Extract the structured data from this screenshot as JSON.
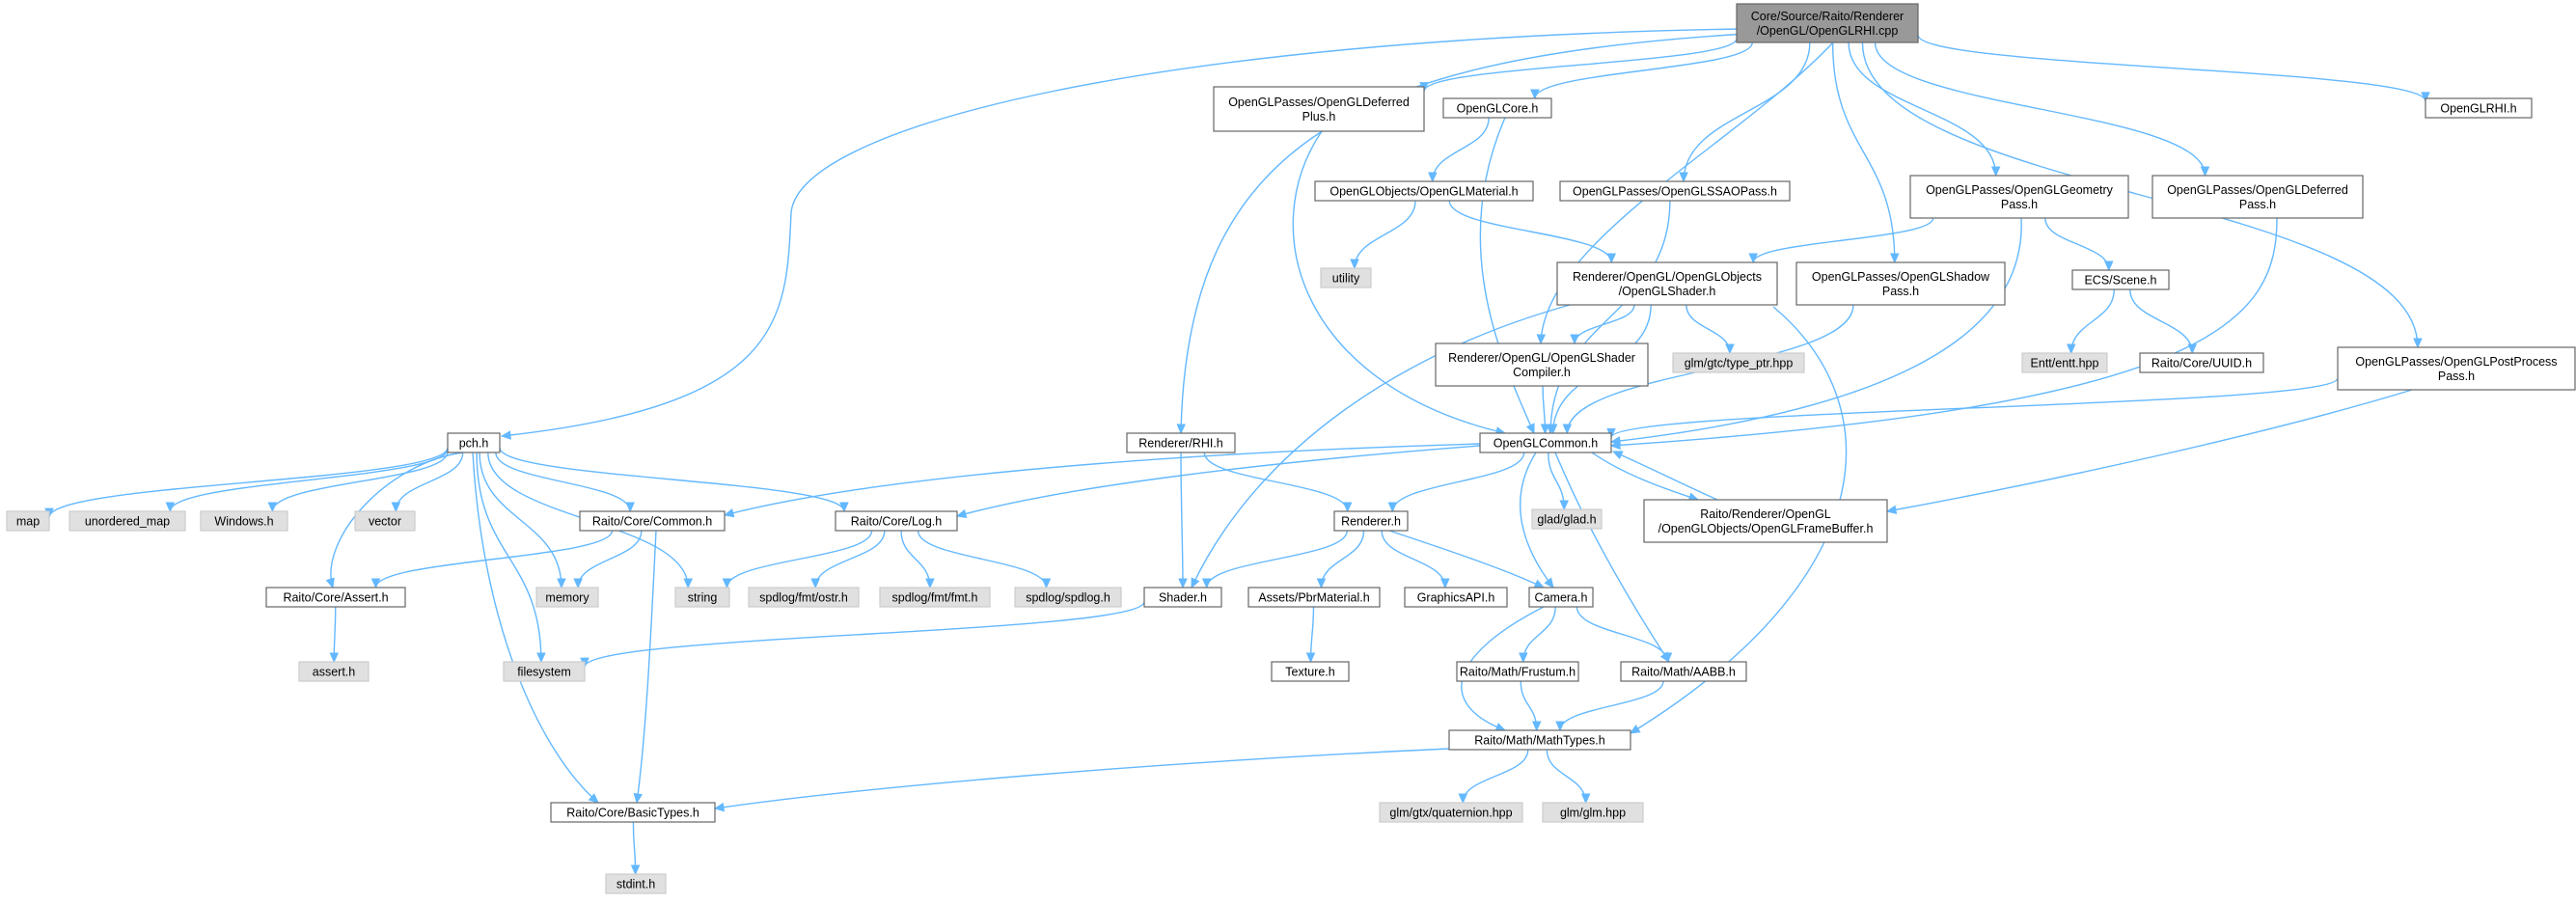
{
  "colors": {
    "edge": "#63b8ff",
    "root_fill": "#999999",
    "header_fill": "#ffffff",
    "system_fill": "#e0e0e0",
    "border": "#666666",
    "system_border": "#cccccc"
  },
  "nodes": {
    "root": {
      "lines": [
        "Core/Source/Raito/Renderer",
        "/OpenGL/OpenGLRHI.cpp"
      ],
      "kind": "root"
    },
    "pch": {
      "lines": [
        "pch.h"
      ],
      "kind": "header"
    },
    "rhi": {
      "lines": [
        "Renderer/RHI.h"
      ],
      "kind": "header"
    },
    "glDeferredPlus": {
      "lines": [
        "OpenGLPasses/OpenGLDeferred",
        "Plus.h"
      ],
      "kind": "header"
    },
    "glCore": {
      "lines": [
        "OpenGLCore.h"
      ],
      "kind": "header"
    },
    "glMaterial": {
      "lines": [
        "OpenGLObjects/OpenGLMaterial.h"
      ],
      "kind": "header"
    },
    "utility": {
      "lines": [
        "utility"
      ],
      "kind": "system"
    },
    "ssao": {
      "lines": [
        "OpenGLPasses/OpenGLSSAOPass.h"
      ],
      "kind": "header"
    },
    "glShader": {
      "lines": [
        "Renderer/OpenGL/OpenGLObjects",
        "/OpenGLShader.h"
      ],
      "kind": "header"
    },
    "shaderCompiler": {
      "lines": [
        "Renderer/OpenGL/OpenGLShader",
        "Compiler.h"
      ],
      "kind": "header"
    },
    "typePtr": {
      "lines": [
        "glm/gtc/type_ptr.hpp"
      ],
      "kind": "system"
    },
    "shadowPass": {
      "lines": [
        "OpenGLPasses/OpenGLShadow",
        "Pass.h"
      ],
      "kind": "header"
    },
    "geomPass": {
      "lines": [
        "OpenGLPasses/OpenGLGeometry",
        "Pass.h"
      ],
      "kind": "header"
    },
    "ecsScene": {
      "lines": [
        "ECS/Scene.h"
      ],
      "kind": "header"
    },
    "entt": {
      "lines": [
        "Entt/entt.hpp"
      ],
      "kind": "system"
    },
    "uuid": {
      "lines": [
        "Raito/Core/UUID.h"
      ],
      "kind": "header"
    },
    "deferredPass": {
      "lines": [
        "OpenGLPasses/OpenGLDeferred",
        "Pass.h"
      ],
      "kind": "header"
    },
    "postProcess": {
      "lines": [
        "OpenGLPasses/OpenGLPostProcess",
        "Pass.h"
      ],
      "kind": "header"
    },
    "glRHI": {
      "lines": [
        "OpenGLRHI.h"
      ],
      "kind": "header"
    },
    "glCommon": {
      "lines": [
        "OpenGLCommon.h"
      ],
      "kind": "header"
    },
    "frameBuffer": {
      "lines": [
        "Raito/Renderer/OpenGL",
        "/OpenGLObjects/OpenGLFrameBuffer.h"
      ],
      "kind": "header"
    },
    "gladH": {
      "lines": [
        "glad/glad.h"
      ],
      "kind": "system"
    },
    "map": {
      "lines": [
        "map"
      ],
      "kind": "system"
    },
    "unorderedMap": {
      "lines": [
        "unordered_map"
      ],
      "kind": "system"
    },
    "windowsH": {
      "lines": [
        "Windows.h"
      ],
      "kind": "system"
    },
    "vector": {
      "lines": [
        "vector"
      ],
      "kind": "system"
    },
    "coreCommon": {
      "lines": [
        "Raito/Core/Common.h"
      ],
      "kind": "header"
    },
    "coreLog": {
      "lines": [
        "Raito/Core/Log.h"
      ],
      "kind": "header"
    },
    "coreAssert": {
      "lines": [
        "Raito/Core/Assert.h"
      ],
      "kind": "header"
    },
    "assertH": {
      "lines": [
        "assert.h"
      ],
      "kind": "system"
    },
    "memory": {
      "lines": [
        "memory"
      ],
      "kind": "system"
    },
    "string": {
      "lines": [
        "string"
      ],
      "kind": "system"
    },
    "filesystem": {
      "lines": [
        "filesystem"
      ],
      "kind": "system"
    },
    "ostr": {
      "lines": [
        "spdlog/fmt/ostr.h"
      ],
      "kind": "system"
    },
    "fmt": {
      "lines": [
        "spdlog/fmt/fmt.h"
      ],
      "kind": "system"
    },
    "spdlog": {
      "lines": [
        "spdlog/spdlog.h"
      ],
      "kind": "system"
    },
    "rendererH": {
      "lines": [
        "Renderer.h"
      ],
      "kind": "header"
    },
    "shaderH": {
      "lines": [
        "Shader.h"
      ],
      "kind": "header"
    },
    "pbrMaterial": {
      "lines": [
        "Assets/PbrMaterial.h"
      ],
      "kind": "header"
    },
    "graphicsAPI": {
      "lines": [
        "GraphicsAPI.h"
      ],
      "kind": "header"
    },
    "cameraH": {
      "lines": [
        "Camera.h"
      ],
      "kind": "header"
    },
    "textureH": {
      "lines": [
        "Texture.h"
      ],
      "kind": "header"
    },
    "frustum": {
      "lines": [
        "Raito/Math/Frustum.h"
      ],
      "kind": "header"
    },
    "aabb": {
      "lines": [
        "Raito/Math/AABB.h"
      ],
      "kind": "header"
    },
    "mathTypes": {
      "lines": [
        "Raito/Math/MathTypes.h"
      ],
      "kind": "header"
    },
    "basicTypes": {
      "lines": [
        "Raito/Core/BasicTypes.h"
      ],
      "kind": "header"
    },
    "stdint": {
      "lines": [
        "stdint.h"
      ],
      "kind": "system"
    },
    "quaternion": {
      "lines": [
        "glm/gtx/quaternion.hpp"
      ],
      "kind": "system"
    },
    "glmHpp": {
      "lines": [
        "glm/glm.hpp"
      ],
      "kind": "system"
    }
  },
  "edges": [
    [
      "root",
      "pch"
    ],
    [
      "root",
      "rhi"
    ],
    [
      "root",
      "glDeferredPlus"
    ],
    [
      "root",
      "glCore"
    ],
    [
      "root",
      "ssao"
    ],
    [
      "root",
      "shaderCompiler"
    ],
    [
      "root",
      "shadowPass"
    ],
    [
      "root",
      "geomPass"
    ],
    [
      "root",
      "deferredPass"
    ],
    [
      "root",
      "postProcess"
    ],
    [
      "root",
      "glRHI"
    ],
    [
      "pch",
      "map"
    ],
    [
      "pch",
      "unorderedMap"
    ],
    [
      "pch",
      "windowsH"
    ],
    [
      "pch",
      "vector"
    ],
    [
      "pch",
      "coreCommon"
    ],
    [
      "pch",
      "coreLog"
    ],
    [
      "pch",
      "coreAssert"
    ],
    [
      "pch",
      "memory"
    ],
    [
      "pch",
      "string"
    ],
    [
      "pch",
      "filesystem"
    ],
    [
      "pch",
      "basicTypes"
    ],
    [
      "rhi",
      "rendererH"
    ],
    [
      "rhi",
      "shaderH"
    ],
    [
      "glDeferredPlus",
      "glCommon"
    ],
    [
      "glCore",
      "glMaterial"
    ],
    [
      "glCore",
      "glCommon"
    ],
    [
      "glMaterial",
      "utility"
    ],
    [
      "glMaterial",
      "glShader"
    ],
    [
      "ssao",
      "glCommon"
    ],
    [
      "glShader",
      "shaderCompiler"
    ],
    [
      "glShader",
      "typePtr"
    ],
    [
      "glShader",
      "glCommon"
    ],
    [
      "glShader",
      "shaderH"
    ],
    [
      "glShader",
      "mathTypes"
    ],
    [
      "shaderCompiler",
      "glCommon"
    ],
    [
      "shadowPass",
      "glCommon"
    ],
    [
      "geomPass",
      "glShader"
    ],
    [
      "geomPass",
      "ecsScene"
    ],
    [
      "geomPass",
      "glCommon"
    ],
    [
      "ecsScene",
      "entt"
    ],
    [
      "ecsScene",
      "uuid"
    ],
    [
      "deferredPass",
      "glCommon"
    ],
    [
      "postProcess",
      "glCommon"
    ],
    [
      "postProcess",
      "frameBuffer"
    ],
    [
      "glCommon",
      "coreCommon"
    ],
    [
      "glCommon",
      "coreLog"
    ],
    [
      "glCommon",
      "rendererH"
    ],
    [
      "glCommon",
      "cameraH"
    ],
    [
      "glCommon",
      "gladH"
    ],
    [
      "glCommon",
      "frameBuffer"
    ],
    [
      "glCommon",
      "aabb"
    ],
    [
      "frameBuffer",
      "glCommon"
    ],
    [
      "coreCommon",
      "coreAssert"
    ],
    [
      "coreCommon",
      "memory"
    ],
    [
      "coreCommon",
      "basicTypes"
    ],
    [
      "coreLog",
      "string"
    ],
    [
      "coreLog",
      "ostr"
    ],
    [
      "coreLog",
      "fmt"
    ],
    [
      "coreLog",
      "spdlog"
    ],
    [
      "coreAssert",
      "assertH"
    ],
    [
      "rendererH",
      "shaderH"
    ],
    [
      "rendererH",
      "pbrMaterial"
    ],
    [
      "rendererH",
      "graphicsAPI"
    ],
    [
      "rendererH",
      "cameraH"
    ],
    [
      "shaderH",
      "filesystem"
    ],
    [
      "pbrMaterial",
      "textureH"
    ],
    [
      "cameraH",
      "frustum"
    ],
    [
      "cameraH",
      "aabb"
    ],
    [
      "cameraH",
      "mathTypes"
    ],
    [
      "frustum",
      "mathTypes"
    ],
    [
      "aabb",
      "mathTypes"
    ],
    [
      "mathTypes",
      "basicTypes"
    ],
    [
      "mathTypes",
      "quaternion"
    ],
    [
      "mathTypes",
      "glmHpp"
    ],
    [
      "basicTypes",
      "stdint"
    ]
  ]
}
